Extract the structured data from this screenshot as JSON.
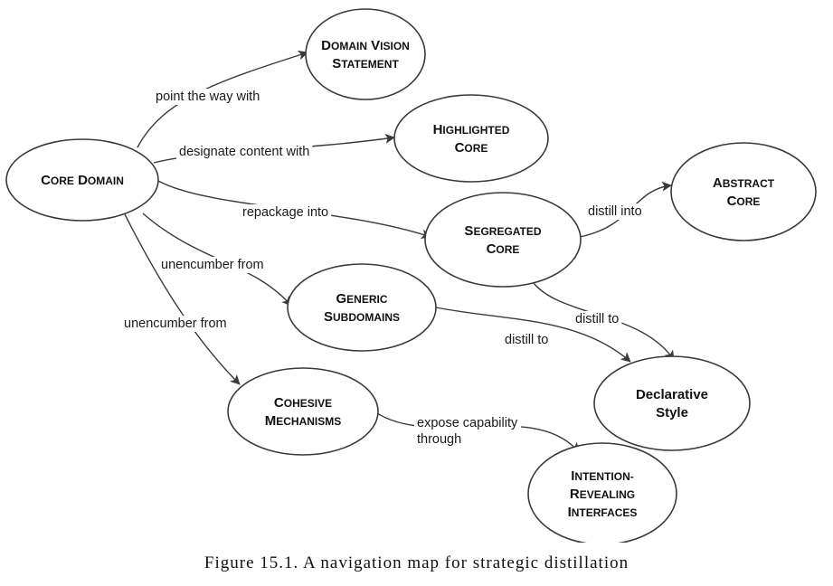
{
  "nodes": {
    "core_domain": [
      "CORE DOMAIN"
    ],
    "domain_vision_statement": [
      "DOMAIN VISION",
      "STATEMENT"
    ],
    "highlighted_core": [
      "HIGHLIGHTED",
      "CORE"
    ],
    "abstract_core": [
      "ABSTRACT",
      "CORE"
    ],
    "segregated_core": [
      "SEGREGATED",
      "CORE"
    ],
    "generic_subdomains": [
      "GENERIC",
      "SUBDOMAINS"
    ],
    "declarative_style": [
      "Declarative",
      "Style"
    ],
    "cohesive_mechanisms": [
      "COHESIVE",
      "MECHANISMS"
    ],
    "intention_revealing_interfaces": [
      "INTENTION-",
      "REVEALING",
      "INTERFACES"
    ]
  },
  "edges": {
    "point_the_way_with": [
      "point the way with"
    ],
    "designate_content_with": [
      "designate content with"
    ],
    "repackage_into": [
      "repackage into"
    ],
    "unencumber_from_generic": [
      "unencumber from"
    ],
    "unencumber_from_cohesive": [
      "unencumber from"
    ],
    "distill_into": [
      "distill into"
    ],
    "segregated_distill_to": [
      "distill to"
    ],
    "generic_distill_to": [
      "distill to"
    ],
    "expose_capability_through": [
      "expose capability",
      "through"
    ]
  },
  "caption": "Figure 15.1. A navigation map for strategic distillation"
}
